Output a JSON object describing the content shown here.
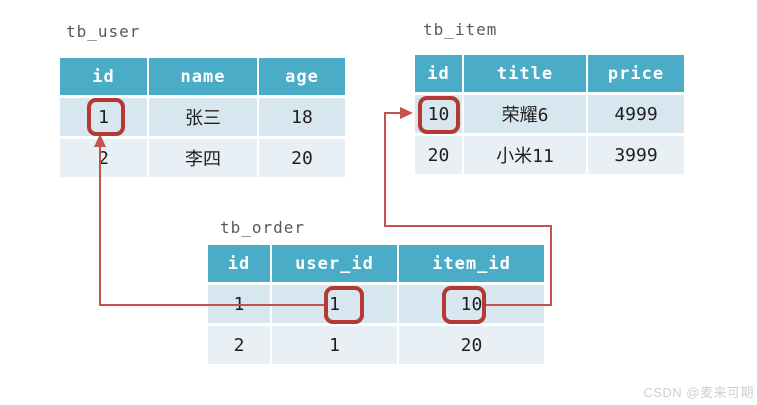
{
  "colors": {
    "header_bg": "#4aacc6",
    "row_odd_bg": "#d8e7ef",
    "row_even_bg": "#e9f0f5",
    "header_text": "#ffffff",
    "cell_text": "#1f1f1f",
    "table_title_text": "#595959",
    "highlight_box": "#b23a32",
    "arrow_line": "#c5524e",
    "watermark_text": "#cbd0d4"
  },
  "tables": {
    "tb_user": {
      "title": "tb_user",
      "columns": [
        "id",
        "name",
        "age"
      ],
      "rows": [
        [
          "1",
          "张三",
          "18"
        ],
        [
          "2",
          "李四",
          "20"
        ]
      ]
    },
    "tb_item": {
      "title": "tb_item",
      "columns": [
        "id",
        "title",
        "price"
      ],
      "rows": [
        [
          "10",
          "荣耀6",
          "4999"
        ],
        [
          "20",
          "小米11",
          "3999"
        ]
      ]
    },
    "tb_order": {
      "title": "tb_order",
      "columns": [
        "id",
        "user_id",
        "item_id"
      ],
      "rows": [
        [
          "1",
          "1",
          "10"
        ],
        [
          "2",
          "1",
          "20"
        ]
      ]
    }
  },
  "relationships": [
    {
      "from": "tb_order.user_id = 1",
      "to": "tb_user.id = 1"
    },
    {
      "from": "tb_order.item_id = 10",
      "to": "tb_item.id = 10"
    }
  ],
  "watermark": "CSDN @麦来可期"
}
